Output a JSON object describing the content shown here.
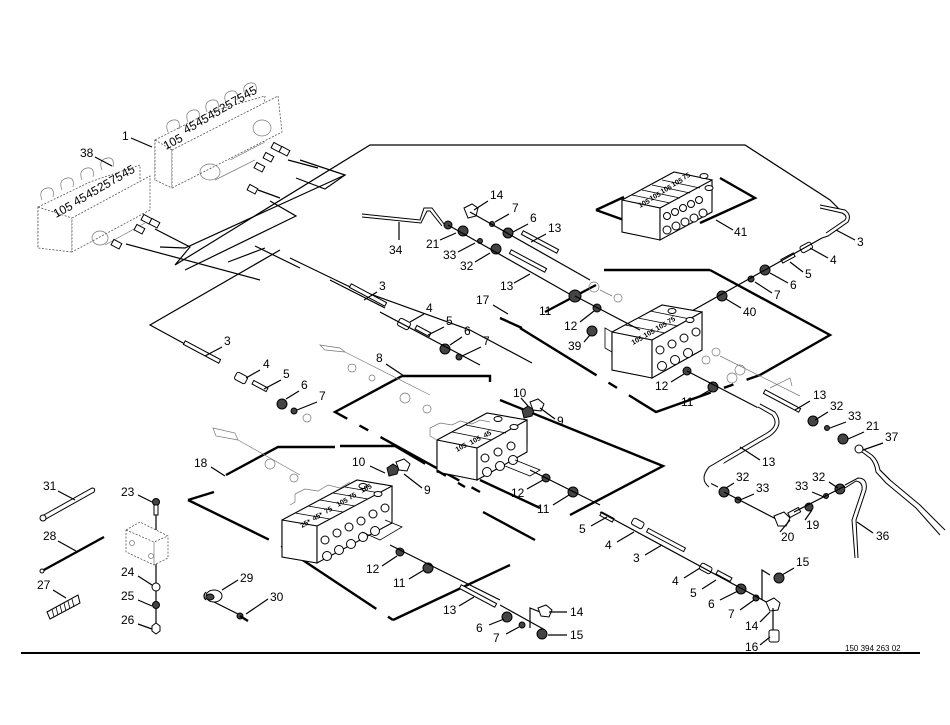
{
  "diagram": {
    "title": "Exploded parts diagram - progressive lubrication distributor system",
    "document_number": "150 394 263 02",
    "callouts": {
      "c1": "1",
      "c38": "38",
      "c3a": "3",
      "c3b": "3",
      "c3c": "3",
      "c3d": "3",
      "c4a": "4",
      "c4b": "4",
      "c4c": "4",
      "c4d": "4",
      "c4e": "4",
      "c5a": "5",
      "c5b": "5",
      "c5c": "5",
      "c5d": "5",
      "c5e": "5",
      "c6a": "6",
      "c6b": "6",
      "c6c": "6",
      "c6d": "6",
      "c6e": "6",
      "c6f": "6",
      "c7a": "7",
      "c7b": "7",
      "c7c": "7",
      "c7d": "7",
      "c7e": "7",
      "c7f": "7",
      "c8": "8",
      "c9a": "9",
      "c9b": "9",
      "c10a": "10",
      "c10b": "10",
      "c11a": "11",
      "c11b": "11",
      "c11c": "11",
      "c11d": "11",
      "c12a": "12",
      "c12b": "12",
      "c12c": "12",
      "c12d": "12",
      "c13a": "13",
      "c13b": "13",
      "c13c": "13",
      "c13d": "13",
      "c13e": "13",
      "c14a": "14",
      "c14b": "14",
      "c14c": "14",
      "c15a": "15",
      "c15b": "15",
      "c16": "16",
      "c17": "17",
      "c18": "18",
      "c19": "19",
      "c20": "20",
      "c21a": "21",
      "c21b": "21",
      "c23": "23",
      "c24": "24",
      "c25": "25",
      "c26": "26",
      "c27": "27",
      "c28": "28",
      "c29": "29",
      "c30": "30",
      "c31": "31",
      "c32a": "32",
      "c32b": "32",
      "c32c": "32",
      "c32d": "32",
      "c33a": "33",
      "c33b": "33",
      "c33c": "33",
      "c33d": "33",
      "c34": "34",
      "c36": "36",
      "c37": "37",
      "c39": "39",
      "c40": "40",
      "c41": "41"
    },
    "valve_block_1_sections": [
      "105",
      "45",
      "45",
      "45",
      "25",
      "75",
      "45"
    ],
    "valve_block_38_sections": [
      "105",
      "45",
      "45",
      "25",
      "75",
      "45"
    ],
    "distributor_8_sections": [
      "105",
      "105",
      "45"
    ],
    "distributor_17_sections": [
      "105",
      "105",
      "105",
      "75"
    ],
    "distributor_18_sections": [
      "25*",
      "45*",
      "75",
      "105",
      "75",
      "105"
    ],
    "distributor_41_sections": [
      "105",
      "105",
      "105",
      "105",
      "75"
    ]
  }
}
